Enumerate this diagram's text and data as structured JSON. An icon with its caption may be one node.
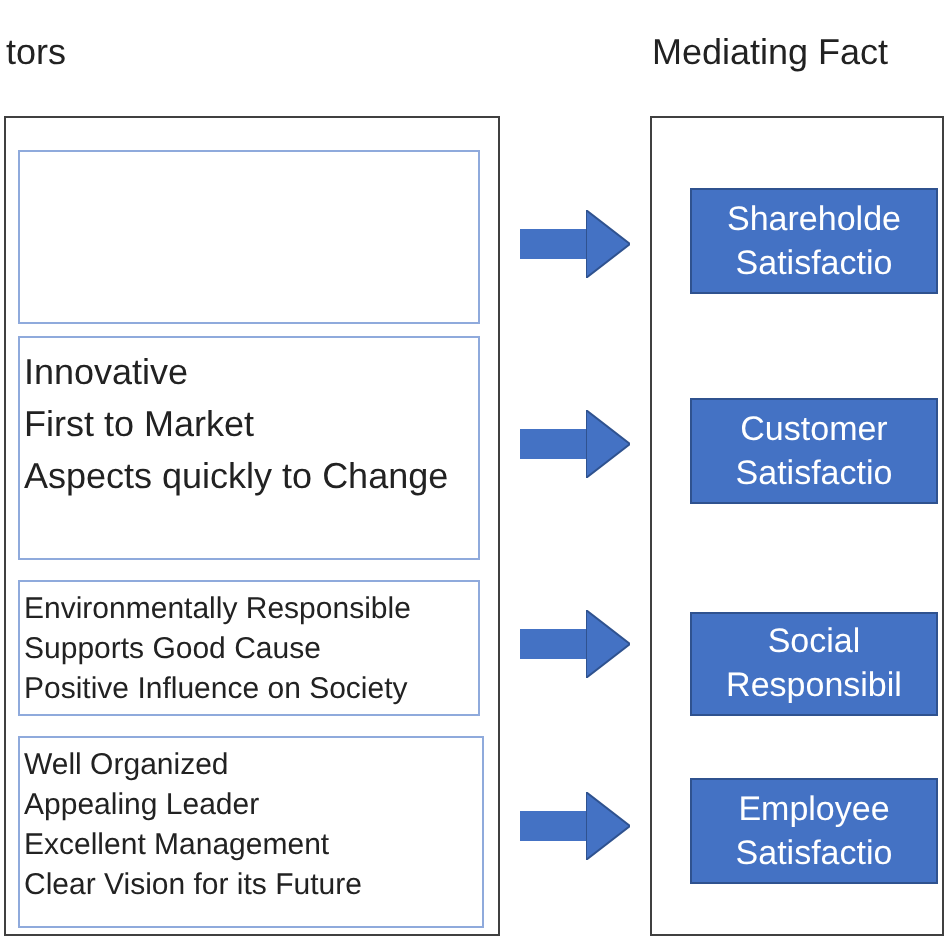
{
  "diagram": {
    "nodes": [
      {
        "text": [
          "tors"
        ]
      },
      {
        "text": [],
        "shape": "box",
        "in": 0
      },
      {
        "text": [
          "Innovative",
          "First to Market",
          "Aspects quickly to Change"
        ],
        "in": 0
      },
      {
        "text": [
          "Environmentally Responsible",
          "Supports Good Cause",
          "Positive Influence on Society"
        ],
        "in": 0
      },
      {
        "text": [
          "Well Organized",
          "Appealing Leader",
          "Excellent Management",
          "Clear Vision for its Future"
        ],
        "in": 0
      },
      {
        "text": [
          "Mediating Fact"
        ]
      },
      {
        "text": [
          "Shareholde Satisfactio"
        ],
        "in": 5
      },
      {
        "text": [
          "Customer Satisfactio"
        ],
        "in": 5
      },
      {
        "text": [
          "Social Responsibil"
        ],
        "in": 5
      },
      {
        "text": [
          "Employee Satisfactio"
        ],
        "in": 5
      }
    ],
    "edges": [
      {
        "from": 0,
        "to": 5,
        "arrow": "to"
      },
      {
        "from": 0,
        "to": 5,
        "arrow": "to"
      },
      {
        "from": 0,
        "to": 5,
        "arrow": "to"
      },
      {
        "from": 0,
        "to": 5,
        "arrow": "to"
      }
    ]
  }
}
